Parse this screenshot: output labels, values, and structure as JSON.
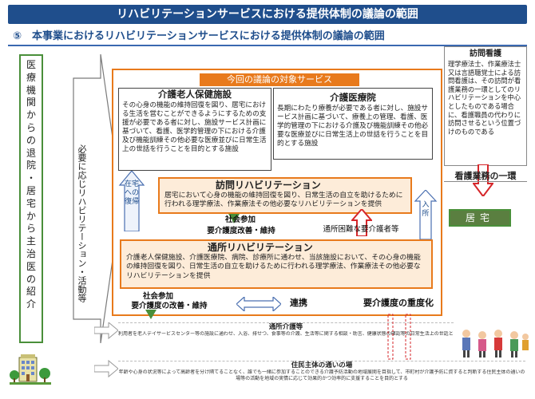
{
  "header": {
    "title": "リハビリテーションサービスにおける提供体制の議論の範囲",
    "subtitle": "⑤　本事業におけるリハビリテーションサービスにおける提供体制の議論の範囲"
  },
  "left_column": {
    "chars": [
      "医",
      "療",
      "機",
      "関",
      "か",
      "ら",
      "の",
      "退",
      "院",
      "・",
      "居",
      "宅",
      "か",
      "ら",
      "主",
      "治",
      "医",
      "の",
      "紹",
      "介"
    ]
  },
  "middle": {
    "vertical_text": "必要に応じリハビリテーション・活動等"
  },
  "target_services": {
    "label": "今回の議論の対象サービス",
    "kaigo_rojin": {
      "title": "介護老人保健施設",
      "body": "その心身の機能の維持回復を図り、居宅における生活を営むことができるようにするための支援が必要である者に対し、施設サービス計画に基づいて、看護、医学的管理の下における介護及び機能訓練その他必要な医療並びに日常生活上の世話を行うことを目的とする施設"
    },
    "kaigo_iryoin": {
      "title": "介護医療院",
      "body": "長期にわたり療養が必要である者に対し、施設サービス計画に基づいて、療養上の管理、看護、医学的管理の下における介護及び機能訓練その他必要な医療並びに日常生活上の世話を行うことを目的とする施設"
    },
    "zaitaku_label": "在宅への復帰",
    "houmon_rehab": {
      "title": "訪問リハビリテーション",
      "body": "居宅において心身の機能の維持回復を図り、日常生活の自立を助けるために行われる理学療法、作業療法その他必要なリハビリテーションを提供"
    },
    "nyusho_label": "入所",
    "shakai_1": "社会参加",
    "kaigodo_1": "要介護度改善・維持",
    "tsusho_konnan": "通所困難な要介護者等",
    "tsusho_rehab": {
      "title": "通所リハビリテーション",
      "body": "介護老人保健施設、介護医療院、病院、診療所に通わせ、当該施設において、その心身の機能の維持回復を図り、日常生活の自立を助けるために行われる理学療法、作業療法その他必要なリハビリテーションを提供"
    },
    "shakai_2": "社会参加",
    "kaigodo_2": "要介護度の改善・維持",
    "renkei": "連携",
    "jushoka": "要介護度の重度化"
  },
  "right": {
    "houmon_kango": {
      "title": "訪問看護",
      "body": "理学療法士、作業療法士又は言語聴覚士による訪問看護は、その訪問が看護業務の一環としてのリハビリテーションを中心としたものである場合に、看護職員の代わりに訪問させるという位置づけのものである"
    },
    "kango_gyomu": "看護業務の一環",
    "home": "居宅"
  },
  "lower": {
    "tsusho_kaigo_title": "通所介護等",
    "tsusho_kaigo_body": "利用者を老人デイサービスセンター等の施設に通わせ、入浴、排せつ、食事等の介護、生活等に関する相談・助言、健康状態の確認等の日常生活上の世話と機能訓練を行うものをいう",
    "jumin_title": "住民主体の通いの場",
    "jumin_body": "年齢や心身の状況等によって高齢者を分け隔てることなく、誰でも一緒に参加することのできる介護予防活動の地域展開を目指して、市町村が介護予防に資すると判断する住民主体の通いの場等の活動を地域の実情に応じて効果的かつ効率的に支援することを目的とする"
  },
  "colors": {
    "title_bar": "#1f4e8c",
    "orange": "#e87a1c",
    "green": "#4a8f3a",
    "red": "#d6262a"
  }
}
